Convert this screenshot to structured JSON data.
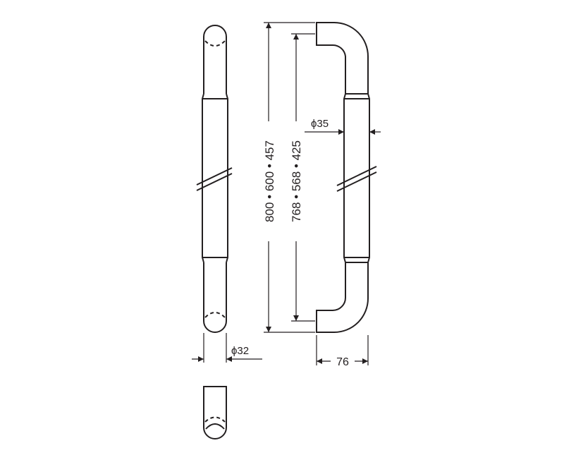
{
  "dimensions": {
    "overall_length": "800 • 600 • 457",
    "center_to_center": "768 • 568 • 425",
    "grip_diameter": "ϕ35",
    "post_diameter": "ϕ32",
    "projection": "76"
  },
  "colors": {
    "line": "#231f20",
    "background": "#ffffff"
  }
}
